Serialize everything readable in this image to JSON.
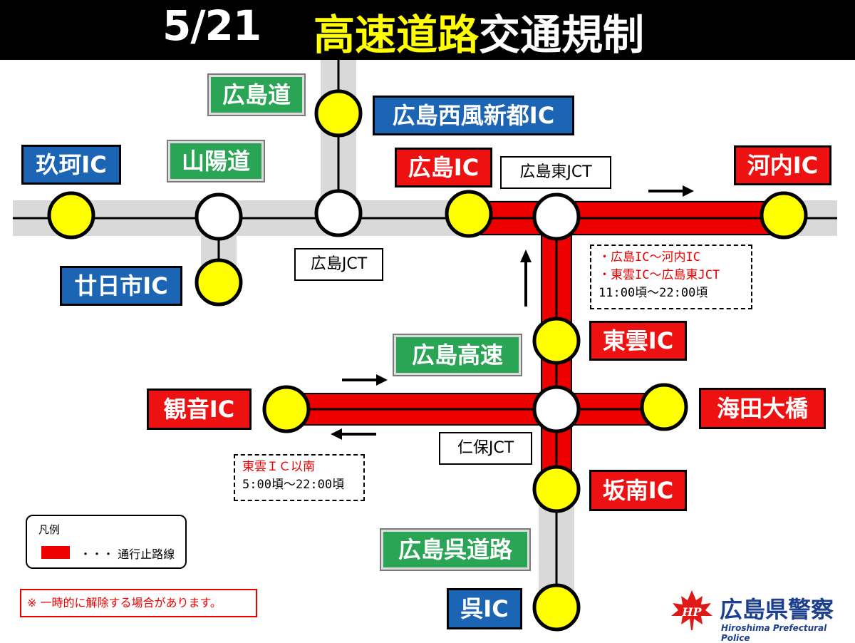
{
  "title": {
    "date": "5/21",
    "main": "高速道路",
    "sub": "交通規制"
  },
  "expressways": {
    "hiroshima_do": "広島道",
    "sanyo_do": "山陽道",
    "hiroshima_kosoku": "広島高速",
    "hiroshima_kure": "広島呉道路"
  },
  "interchanges": {
    "kuga": "玖珂IC",
    "hatsukaichi": "廿日市IC",
    "nishi_fushin": "広島西風新都IC",
    "hiroshima_ic": "広島IC",
    "kochi": "河内IC",
    "higashikumo": "東雲IC",
    "kannon": "観音IC",
    "kaita_ohashi": "海田大橋",
    "sakanan": "坂南IC",
    "kure": "呉IC"
  },
  "junctions": {
    "hiroshima_jct": "広島JCT",
    "hiroshima_higashi_jct": "広島東JCT",
    "niho_jct": "仁保JCT"
  },
  "notes": {
    "sanyo": {
      "line1": "・広島IC～河内IC",
      "line2": "・東雲IC～広島東JCT",
      "time": "11:00頃～22:00頃"
    },
    "kosoku": {
      "line1": "東雲ＩＣ以南",
      "time": "5:00頃～22:00頃"
    }
  },
  "legend": {
    "title": "凡例",
    "item": "・・・ 通行止路線",
    "closed_color": "#ee0000"
  },
  "disclaimer": "※ 一時的に解除する場合があります。",
  "police": {
    "name": "広島県警察",
    "name_en": "Hiroshima Prefectural Police",
    "emblem_text": "HP"
  },
  "colors": {
    "closed_road": "#ee0000",
    "open_road": "#d9d9d9",
    "ic_node": "#ffff00",
    "jct_node": "#ffffff"
  }
}
